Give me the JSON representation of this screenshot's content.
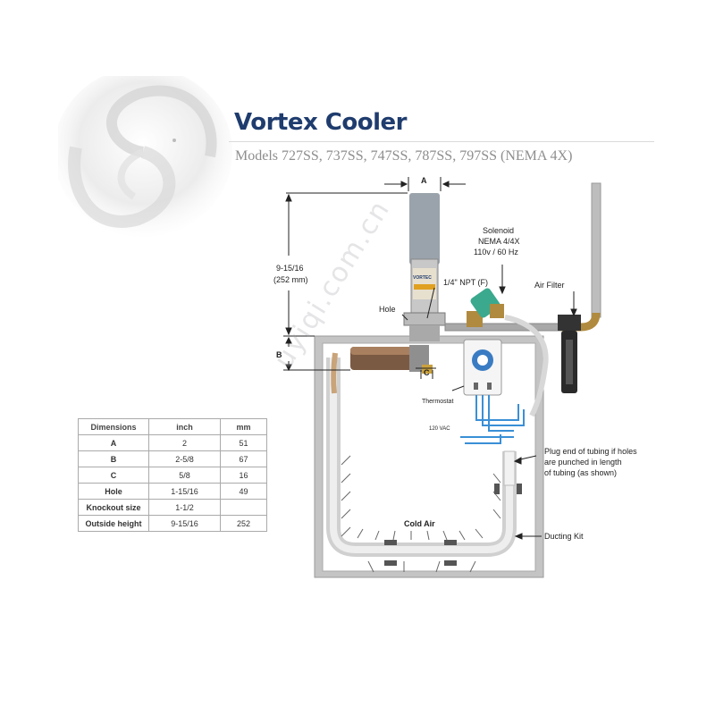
{
  "header": {
    "title": "Vortex Cooler",
    "subtitle": "Models 727SS, 737SS, 747SS, 787SS, 797SS  (NEMA 4X)"
  },
  "diagram": {
    "label_a": "A",
    "label_b": "B",
    "label_c": "C",
    "height_line1": "9-15/16",
    "height_line2": "(252 mm)",
    "solenoid_line1": "Solenoid",
    "solenoid_line2": "NEMA 4/4X",
    "solenoid_line3": "110v / 60 Hz",
    "npt_label": "1/4\" NPT (F)",
    "hole_label": "Hole",
    "air_filter_label": "Air Filter",
    "thermostat_label": "Thermostat",
    "vac_label": "120 VAC",
    "plug_line1": "Plug end of tubing if holes",
    "plug_line2": "are punched in length",
    "plug_line3": "of tubing (as shown)",
    "cold_air_label": "Cold Air",
    "ducting_label": "Ducting Kit",
    "cooler_brand": "VORTEC",
    "watermark": "uyiqi.com.cn"
  },
  "table": {
    "headers": [
      "Dimensions",
      "inch",
      "mm"
    ],
    "rows": [
      [
        "A",
        "2",
        "51"
      ],
      [
        "B",
        "2-5/8",
        "67"
      ],
      [
        "C",
        "5/8",
        "16"
      ],
      [
        "Hole",
        "1-15/16",
        "49"
      ],
      [
        "Knockout size",
        "1-1/2",
        ""
      ],
      [
        "Outside height",
        "9-15/16",
        "252"
      ]
    ]
  },
  "colors": {
    "title": "#1f3c6e",
    "wiring": "#3a8fd6",
    "enclosure": "#b9b9b9",
    "ducting": "#cfcfcf",
    "solenoid": "#3aa98e",
    "brass": "#b08a3e"
  }
}
